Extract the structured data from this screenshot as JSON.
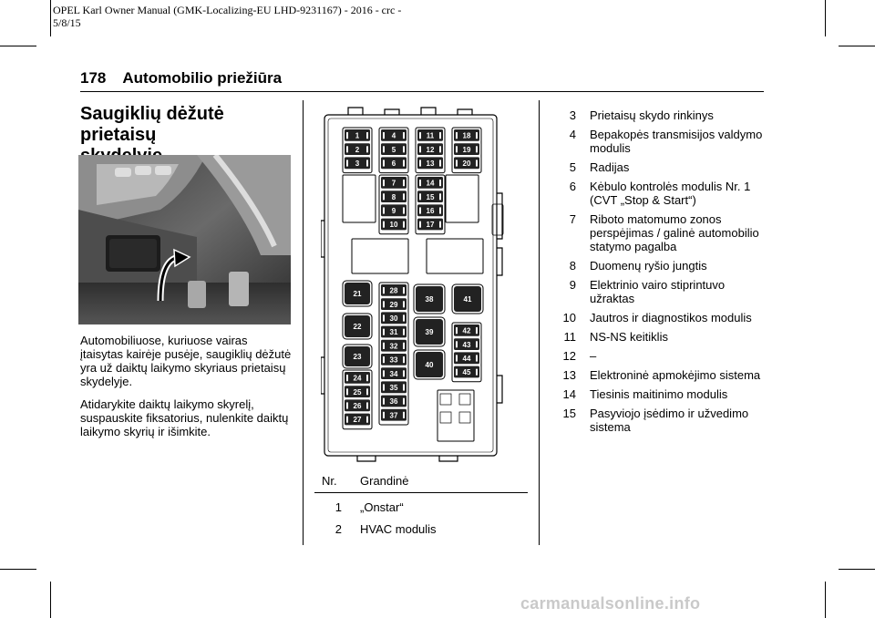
{
  "header": {
    "line1": "OPEL Karl Owner Manual (GMK-Localizing-EU LHD-9231167) - 2016 - crc -",
    "line2": "5/8/15"
  },
  "page": {
    "number": "178",
    "title": "Automobilio priežiūra"
  },
  "section": {
    "heading_line1": "Saugiklių dėžutė prietaisų",
    "heading_line2": "skydelyje",
    "para1": "Automobiliuose, kuriuose vairas įtaisytas kairėje pusėje, saugiklių dėžutė yra už daiktų laikymo skyriaus prietaisų skydelyje.",
    "para2": "Atidarykite daiktų laikymo skyrelį, suspauskite fiksatorius, nulenkite daiktų laikymo skyrių ir išimkite."
  },
  "diagram": {
    "small_fuses": [
      "1",
      "2",
      "3",
      "4",
      "5",
      "6",
      "7",
      "8",
      "9",
      "10",
      "11",
      "12",
      "13",
      "14",
      "15",
      "16",
      "17",
      "18",
      "19",
      "20",
      "24",
      "25",
      "26",
      "27",
      "28",
      "29",
      "30",
      "31",
      "32",
      "33",
      "34",
      "35",
      "36",
      "37",
      "42",
      "43",
      "44",
      "45"
    ],
    "large_fuses": [
      "21",
      "22",
      "23",
      "38",
      "39",
      "40",
      "41"
    ]
  },
  "table": {
    "col_nr": "Nr.",
    "col_circuit": "Grandinė",
    "rows": [
      {
        "nr": "1",
        "name": "„Onstar“"
      },
      {
        "nr": "2",
        "name": "HVAC modulis"
      }
    ]
  },
  "list": [
    {
      "nr": "3",
      "name": "Prietaisų skydo rinkinys"
    },
    {
      "nr": "4",
      "name": "Bepakopės transmisijos valdymo modulis"
    },
    {
      "nr": "5",
      "name": "Radijas"
    },
    {
      "nr": "6",
      "name": "Kėbulo kontrolės modulis Nr. 1 (CVT „Stop & Start“)"
    },
    {
      "nr": "7",
      "name": "Riboto matomumo zonos perspėjimas / galinė automobilio statymo pagalba"
    },
    {
      "nr": "8",
      "name": "Duomenų ryšio jungtis"
    },
    {
      "nr": "9",
      "name": "Elektrinio vairo stiprintuvo užraktas"
    },
    {
      "nr": "10",
      "name": "Jautros ir diagnostikos modulis"
    },
    {
      "nr": "11",
      "name": "NS-NS keitiklis"
    },
    {
      "nr": "12",
      "name": "–"
    },
    {
      "nr": "13",
      "name": "Elektroninė apmokėjimo sistema"
    },
    {
      "nr": "14",
      "name": "Tiesinis maitinimo modulis"
    },
    {
      "nr": "15",
      "name": "Pasyviojo įsėdimo ir užvedimo sistema"
    }
  ],
  "watermark": "carmanualsonline.info"
}
